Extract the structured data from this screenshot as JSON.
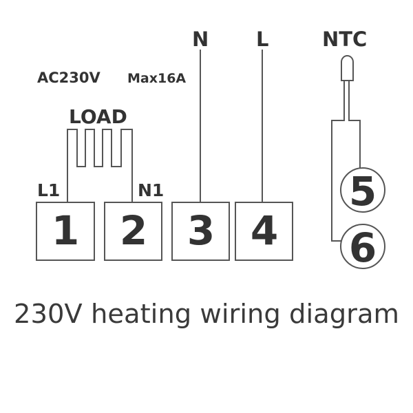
{
  "diagram": {
    "labels": {
      "ac_voltage": "AC230V",
      "max_current": "Max16A",
      "load": "LOAD",
      "l1": "L1",
      "n1": "N1",
      "neutral": "N",
      "live": "L",
      "ntc": "NTC"
    },
    "terminals": [
      {
        "number": "1"
      },
      {
        "number": "2"
      },
      {
        "number": "3"
      },
      {
        "number": "4"
      },
      {
        "number": "5"
      },
      {
        "number": "6"
      }
    ],
    "caption": "230V heating wiring diagram"
  }
}
